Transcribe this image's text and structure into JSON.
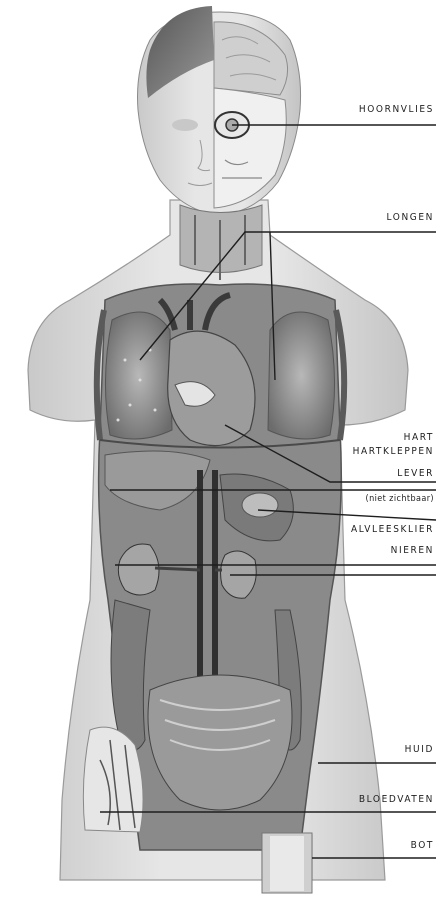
{
  "labels": {
    "hoornvlies": "HOORNVLIES",
    "longen": "LONGEN",
    "hart": "HART",
    "hartkleppen": "HARTKLEPPEN",
    "lever": "LEVER",
    "lever_note": "(niet zichtbaar)",
    "alvleesklier": "ALVLEESKLIER",
    "nieren": "NIEREN",
    "huid": "HUID",
    "bloedvaten": "BLOEDVATEN",
    "bot": "BOT"
  },
  "colors": {
    "skin": "#dcdcdc",
    "skin_shadow": "#a9a9a9",
    "organ_dark": "#6e6e6e",
    "organ_mid": "#8c8c8c",
    "leader_line": "#1e1e1e"
  }
}
